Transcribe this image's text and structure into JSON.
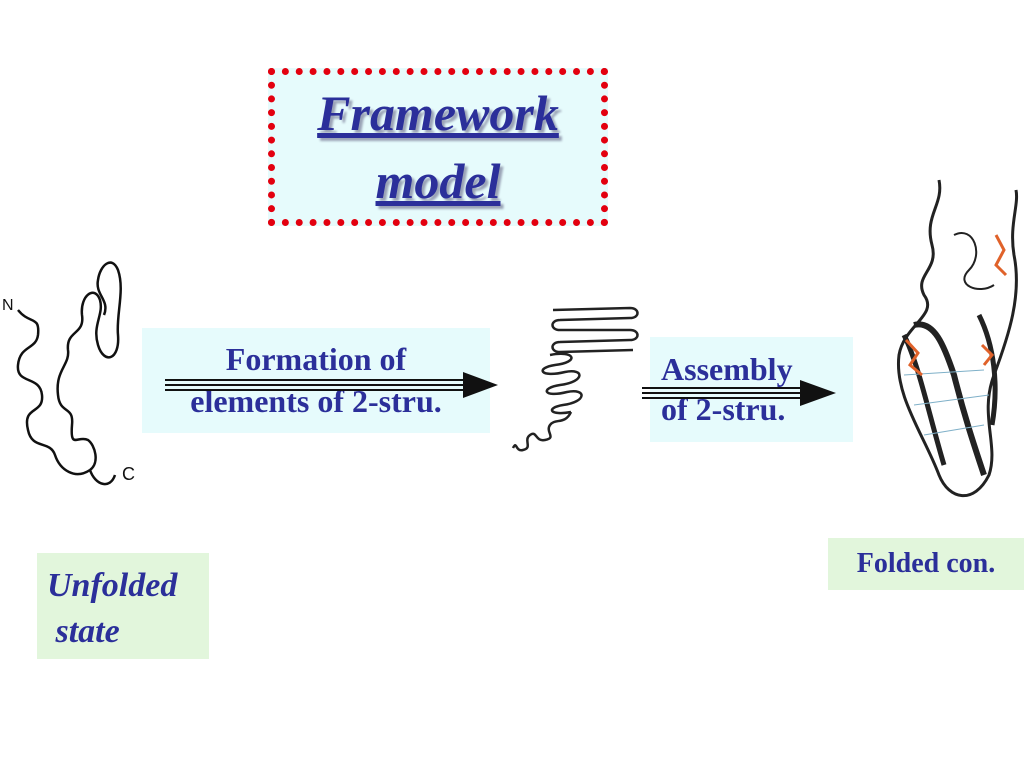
{
  "title": {
    "line1": "Framework",
    "line2": "model"
  },
  "step1": {
    "line1": "Formation of",
    "line2": "elements of 2-stru."
  },
  "step2": {
    "line1": "Assembly",
    "line2": "of 2-stru."
  },
  "unfolded": {
    "line1": "Unfolded",
    "line2": " state",
    "n_label": "N",
    "c_label": "C"
  },
  "folded": {
    "label": "Folded con."
  },
  "colors": {
    "title_text": "#2b2f9a",
    "title_border": "#e3000f",
    "box_light_cyan": "#e6fbfc",
    "box_light_green": "#e2f6dc",
    "helix_highlight": "#e0622a"
  }
}
